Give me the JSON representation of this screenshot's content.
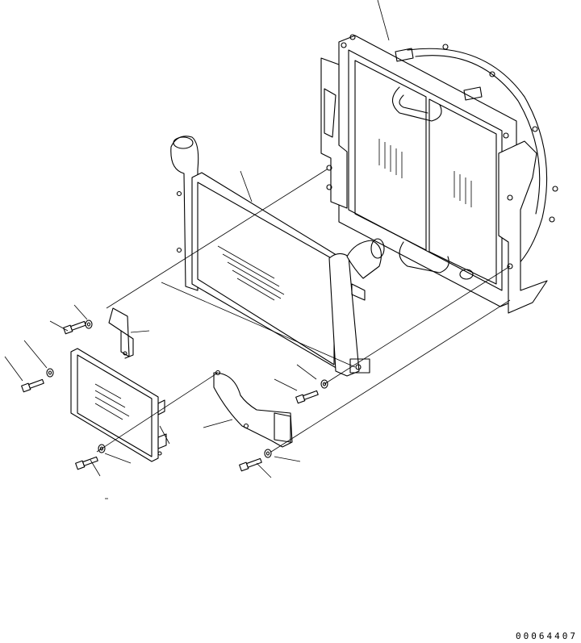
{
  "drawing": {
    "drawing_number": "00064407",
    "background_color": "#ffffff",
    "line_color": "#000000"
  },
  "parts": [
    {
      "name": "radiator-assembly",
      "icon": "radiator-icon"
    },
    {
      "name": "aftercooler-core",
      "icon": "aftercooler-icon"
    },
    {
      "name": "front-cover-plate",
      "icon": "plate-icon"
    },
    {
      "name": "left-mounting-bracket",
      "icon": "bracket-icon"
    },
    {
      "name": "right-mounting-bracket",
      "icon": "bracket-icon"
    },
    {
      "name": "bolt",
      "icon": "bolt-icon"
    },
    {
      "name": "washer",
      "icon": "washer-icon"
    }
  ]
}
